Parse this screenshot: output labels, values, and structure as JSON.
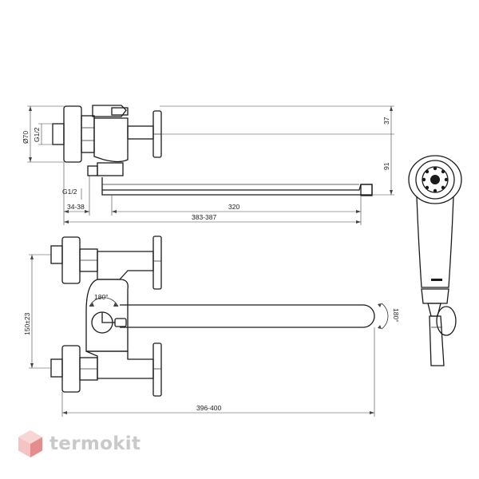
{
  "dimensions": {
    "d70": "Ø70",
    "g12_left": "G1/2",
    "g12_bottom": "G1/2",
    "d37": "37",
    "d91": "91",
    "d34_38": "34-38",
    "d320": "320",
    "d383_387": "383-387",
    "d150": "150±23",
    "d396_400": "396-400",
    "rot_top": "180°",
    "rot_right": "180°"
  },
  "brand": {
    "name": "termokit",
    "colors": {
      "logo_light": "#f4c4c4",
      "logo_dark": "#e07b7b",
      "text": "#c9c9c9"
    }
  }
}
